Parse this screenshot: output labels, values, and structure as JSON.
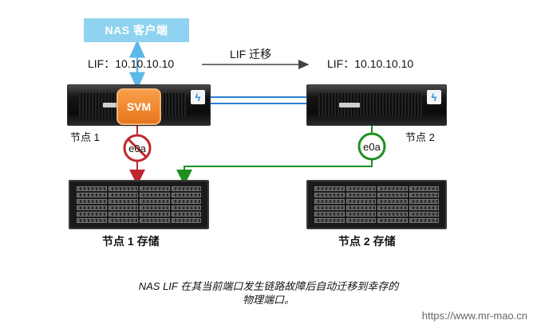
{
  "client": {
    "label": "NAS 客户端"
  },
  "lif": {
    "node1_address": "LIF：10.10.10.10",
    "node2_address": "LIF：10.10.10.10",
    "migration_label": "LIF 迁移"
  },
  "svm": {
    "label": "SVM"
  },
  "nodes": [
    {
      "label": "节点 1",
      "port": "e0a",
      "port_state": "failed",
      "storage_label": "节点 1 存储"
    },
    {
      "label": "节点 2",
      "port": "e0a",
      "port_state": "active",
      "storage_label": "节点 2 存储"
    }
  ],
  "caption": {
    "line1": "NAS LIF 在其当前端口发生链路故障后自动迁移到幸存的",
    "line2": "物理端口。"
  },
  "watermark": "https://www.mr-mao.cn",
  "colors": {
    "client_blue": "#8fd3f0",
    "interconnect_blue": "#2a7fd0",
    "failed_red": "#c0262d",
    "active_green": "#1f8f1f",
    "svm_orange": "#ee8a32"
  }
}
